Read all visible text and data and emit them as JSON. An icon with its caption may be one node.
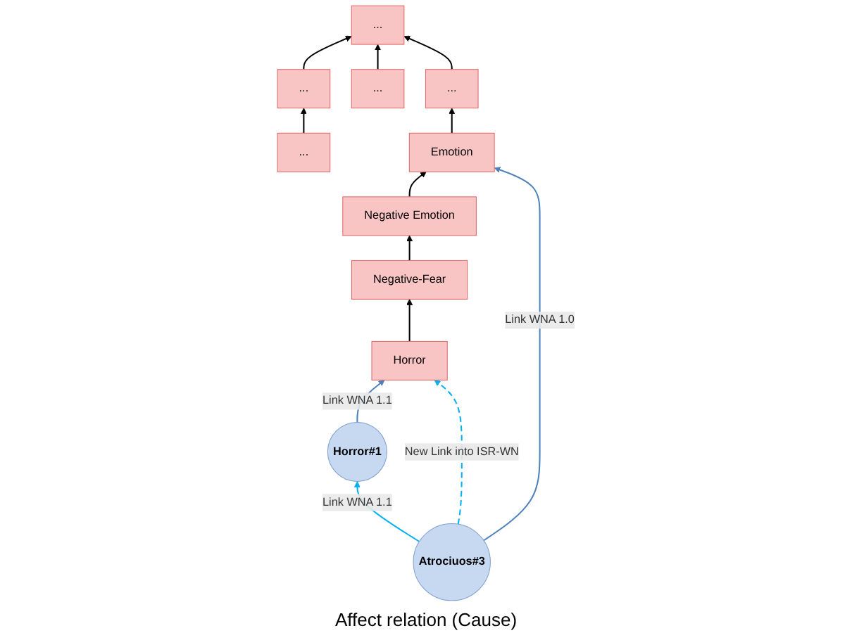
{
  "diagram": {
    "nodes": [
      {
        "text": [
          "..."
        ]
      },
      {
        "text": [
          "..."
        ]
      },
      {
        "text": [
          "..."
        ]
      },
      {
        "text": [
          "..."
        ]
      },
      {
        "text": [
          "..."
        ]
      },
      {
        "text": [
          "Emotion"
        ]
      },
      {
        "text": [
          "Negative Emotion"
        ]
      },
      {
        "text": [
          "Negative-Fear"
        ]
      },
      {
        "text": [
          "Horror"
        ]
      },
      {
        "text": [
          "Horror#1"
        ]
      },
      {
        "text": [
          "Atrociuos#3"
        ]
      }
    ],
    "edges": [
      {
        "from": 4,
        "to": 1,
        "arrow": "to"
      },
      {
        "from": 1,
        "to": 0,
        "arrow": "to"
      },
      {
        "from": 2,
        "to": 0,
        "arrow": "to"
      },
      {
        "from": 3,
        "to": 0,
        "arrow": "to"
      },
      {
        "from": 5,
        "to": 3,
        "arrow": "to"
      },
      {
        "from": 6,
        "to": 5,
        "arrow": "to"
      },
      {
        "from": 7,
        "to": 6,
        "arrow": "to"
      },
      {
        "from": 8,
        "to": 7,
        "arrow": "to"
      },
      {
        "from": 9,
        "to": 8,
        "arrow": "to",
        "label": "Link WNA 1.1",
        "color": "#4f81bd"
      },
      {
        "from": 10,
        "to": 5,
        "arrow": "to",
        "label": "Link WNA 1.0",
        "color": "#4f81bd"
      },
      {
        "from": 10,
        "to": 8,
        "arrow": "to",
        "label": "New Link into ISR-WN",
        "style": "dashed",
        "color": "#00b0f0"
      },
      {
        "from": 10,
        "to": 9,
        "arrow": "to",
        "label": "Link WNA 1.1",
        "color": "#00b0f0"
      }
    ],
    "labels": [
      "Affect relation (Cause)"
    ]
  }
}
